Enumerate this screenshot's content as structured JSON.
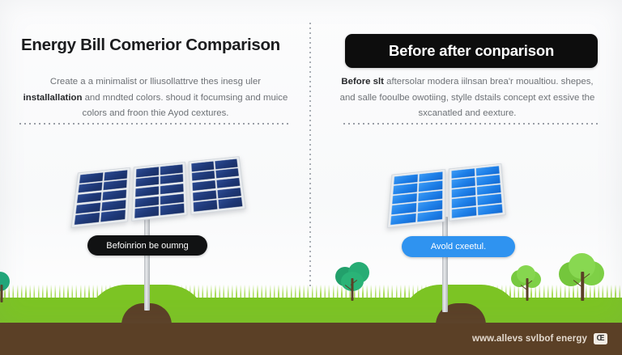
{
  "meta": {
    "accent_blue": "#2f93f0",
    "panel_dark_blue": "#1e3877",
    "grass_green": "#7cc424",
    "soil_brown": "#5b4026",
    "badge_black": "#111213"
  },
  "left_panel": {
    "title": "Energy Bill Comerior Comparison",
    "body_lead": "Create a a minimalist or lliusollattrve thes inesg uler",
    "body_bold": "installallation",
    "body_rest": " and mndted colors. shoud it focumsing and muice colors and froon thie Ayod cextures.",
    "badge_label": "Befoinrion be oumng"
  },
  "right_panel": {
    "title": "Before after conparison",
    "body_bold": "Before slt",
    "body_rest": " aftersolar modera iilnsan brea'r moualtiou. shepes, and salle fooulbe owotiing, stylle dstails concept ext essive the sxcanatled and eexture.",
    "badge_label": "Avold cxeetul."
  },
  "footer": {
    "text": "www.allevs svlbof energy",
    "logo_glyph": "Œ"
  }
}
